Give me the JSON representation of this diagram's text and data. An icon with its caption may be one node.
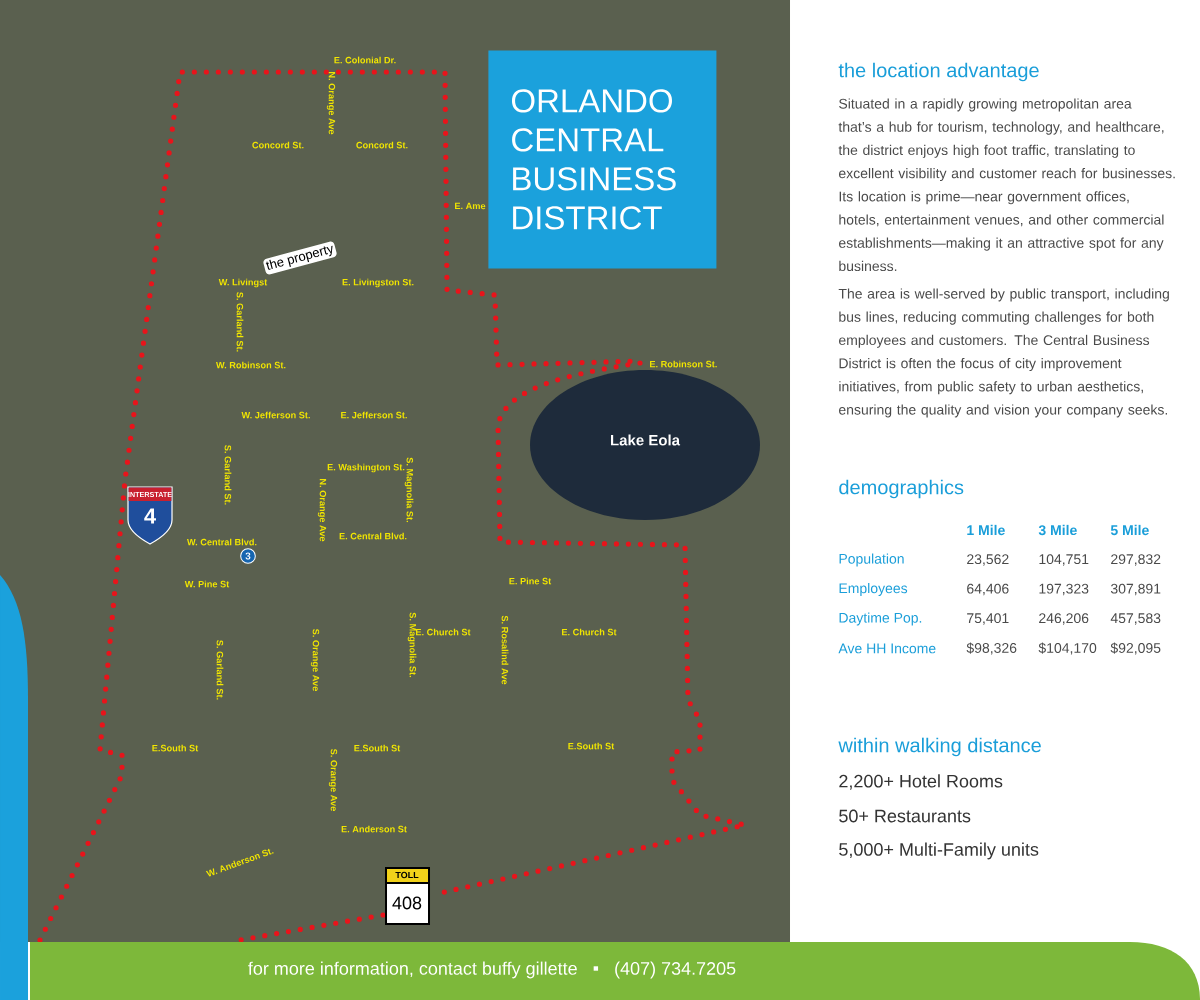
{
  "diagram": {
    "nodes": [
      {
        "text": [
          "ORLANDO CENTRAL BUSINESS DISTRICT"
        ]
      },
      {
        "text": [
          "for more information, contact buffy gillette",
          "(407) 734.7205"
        ]
      },
      {
        "text": [],
        "shape": "band"
      }
    ],
    "labels": [
      "E. Colonial Dr.",
      "Concord St.",
      "N. Orange Ave",
      "Concord St.",
      "E. Ame",
      "the property",
      "W. Livingst",
      "E. Livingston St.",
      "S. Garland St.",
      "W. Robinson St.",
      "W. Jefferson St.",
      "E. Jefferson St.",
      "E. Robinson St.",
      "Lake Eola",
      "E. Washington St.",
      "S. Garland St.",
      "N. Orange Ave",
      "S. Magnolia St.",
      "INTERSTATE",
      "4",
      "W. Central Blvd.",
      "E. Central Blvd.",
      "3",
      "W. Pine St",
      "E. Pine St",
      "S. Garland St.",
      "S. Orange Ave",
      "S. Magnolia St.",
      "E. Church St",
      "S. Rosalind Ave",
      "E. Church St",
      "E.South St",
      "E.South St",
      "E.South St",
      "S. Orange Ave",
      "E. Anderson St",
      "W. Anderson St.",
      "TOLL",
      "408",
      "the location advantage",
      "Situated in a rapidly growing metropolitan area that’s a hub for tourism, technology, and healthcare, the district enjoys high foot traffic, translating to excellent visibility and customer reach for businesses. Its location is prime—near government offices, hotels, entertainment venues, and other commercial establishments—making it an attractive spot for any business.",
      "The area is well-served by public transport, including bus lines, reducing commuting challenges for both employees and customers. The Central Business District is often the focus of city improvement initiatives, from public safety to urban aesthetics, ensuring the quality and vision your company seeks.",
      "demographics",
      "1 Mile",
      "3 Mile",
      "5 Mile",
      "Population",
      "23,562",
      "104,751",
      "297,832",
      "Employees",
      "64,406",
      "197,323",
      "307,891",
      "Daytime Pop.",
      "75,401",
      "246,206",
      "457,583",
      "Ave HH Income",
      "$98,326",
      "$104,170",
      "$92,095",
      "within walking distance",
      "2,200+ Hotel Rooms",
      "50+ Restaurants",
      "5,000+ Multi-Family units"
    ]
  }
}
